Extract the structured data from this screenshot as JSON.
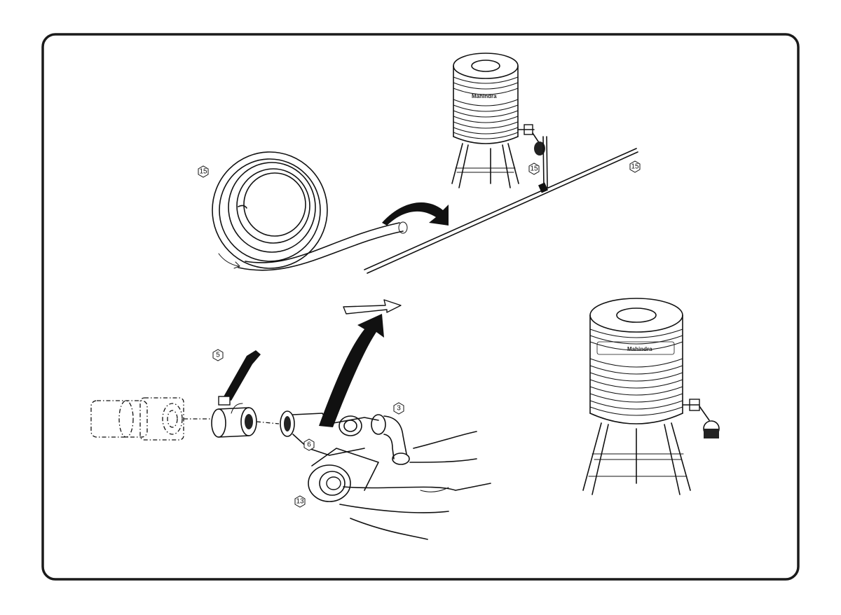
{
  "callouts": {
    "hose_coil": "15",
    "tank_outlet": "15",
    "pipe_end": "15",
    "ball_valve": "5",
    "elbow": "3",
    "filter_body": "6",
    "filter_cap": "13"
  },
  "tank_brand": "Mahindra",
  "colors": {
    "ink": "#111111",
    "frame": "#1a1a1a",
    "paper": "#ffffff"
  },
  "icons": [
    "curved-arrow-icon",
    "straight-arrow-icon"
  ]
}
